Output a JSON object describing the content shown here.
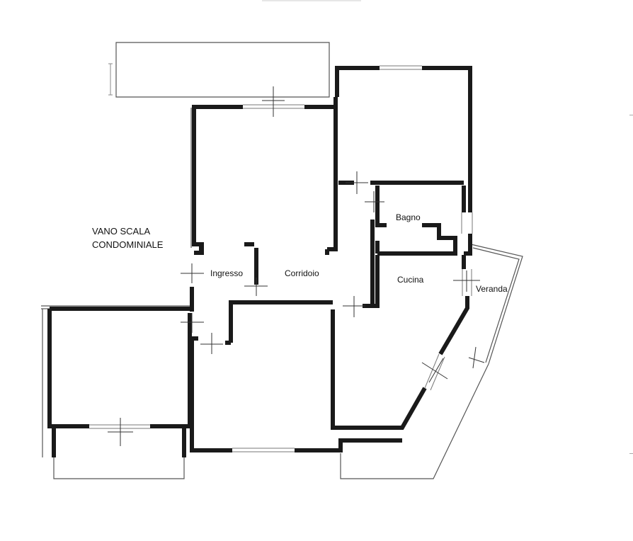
{
  "plan": {
    "labels": {
      "vano_scala_line1": "VANO SCALA",
      "vano_scala_line2": "CONDOMINIALE",
      "ingresso": "Ingresso",
      "corridoio": "Corridoio",
      "bagno": "Bagno",
      "cucina": "Cucina",
      "veranda": "Veranda"
    },
    "colors": {
      "wall": "#1a1a1a",
      "line": "#555555",
      "background": "#ffffff"
    }
  }
}
